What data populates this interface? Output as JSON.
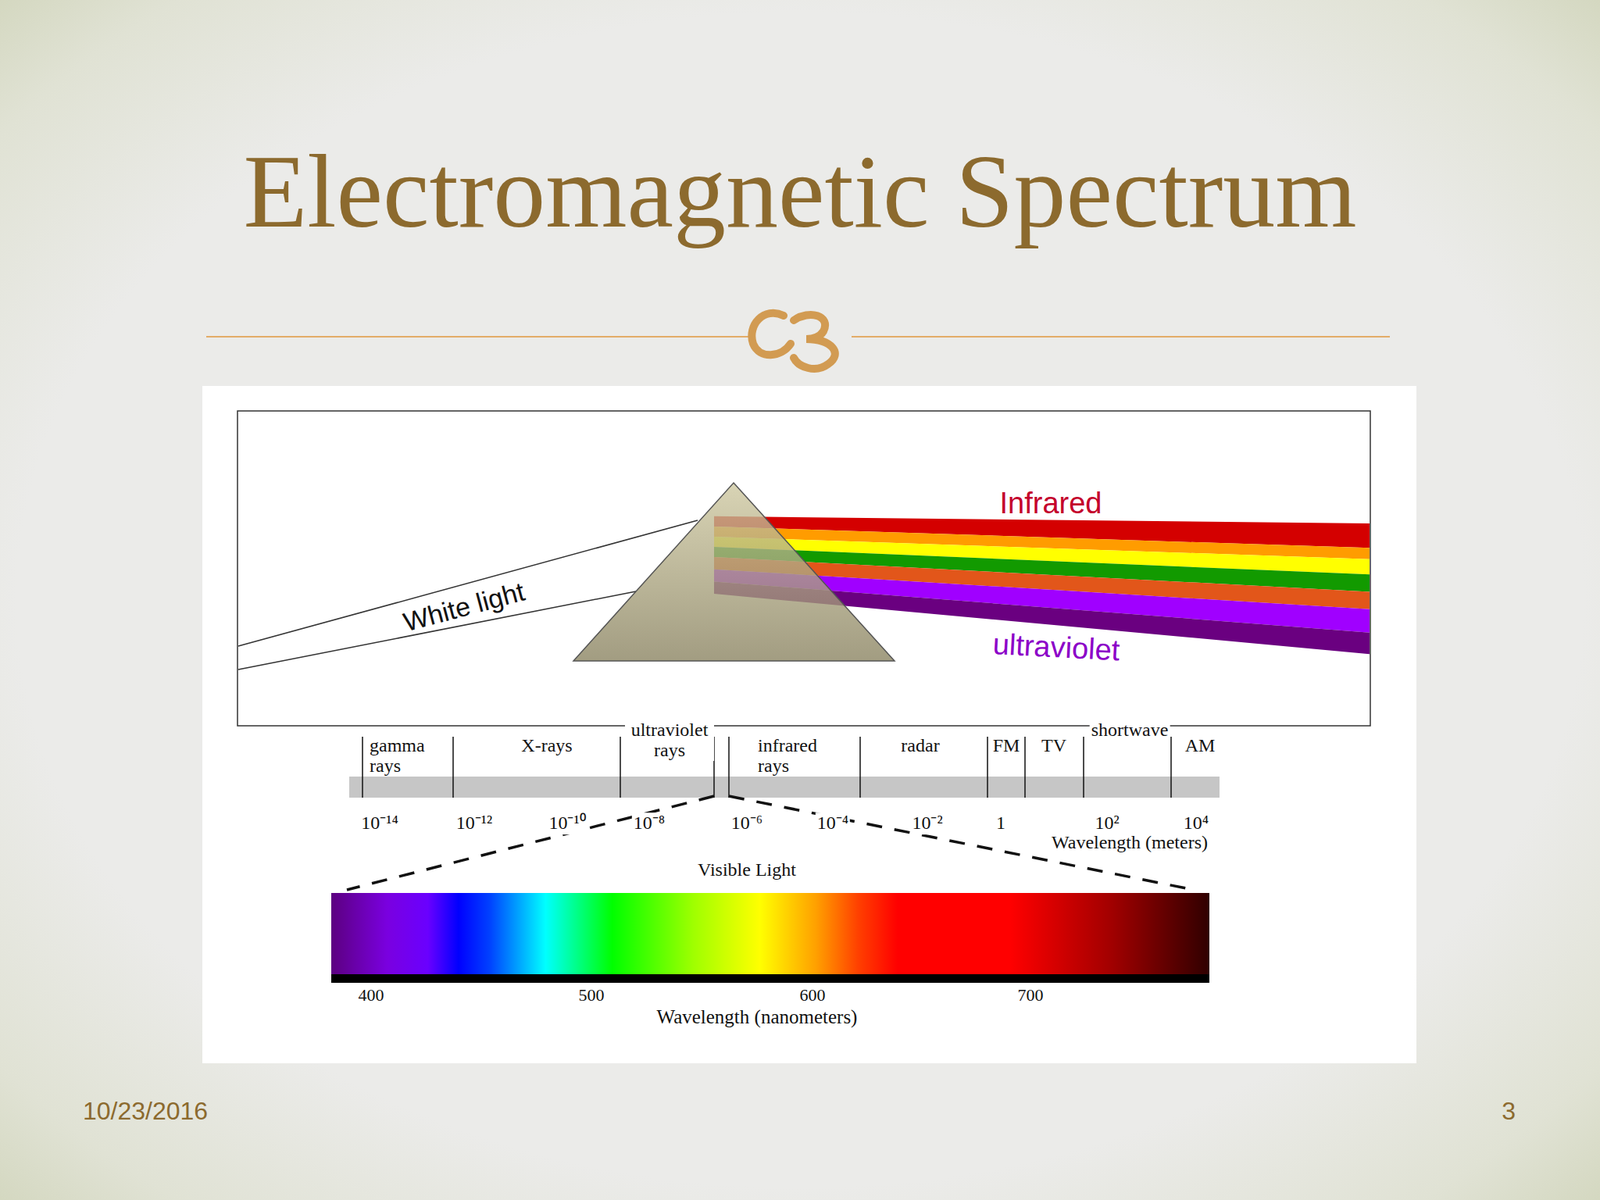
{
  "diagram": {
    "title": "Electromagnetic Spectrum",
    "labels": [
      "White light",
      "Infrared",
      "ultraviolet",
      "gamma rays",
      "X-rays",
      "ultraviolet rays",
      "infrared rays",
      "radar",
      "FM",
      "TV",
      "shortwave",
      "AM",
      "10⁻¹⁴",
      "10⁻¹²",
      "10⁻¹⁰",
      "10⁻⁸",
      "10⁻⁶",
      "10⁻⁴",
      "10⁻²",
      "1",
      "10²",
      "10⁴",
      "Wavelength (meters)",
      "Visible Light",
      "400",
      "500",
      "600",
      "700",
      "Wavelength (nanometers)",
      "10/23/2016",
      "3"
    ]
  }
}
